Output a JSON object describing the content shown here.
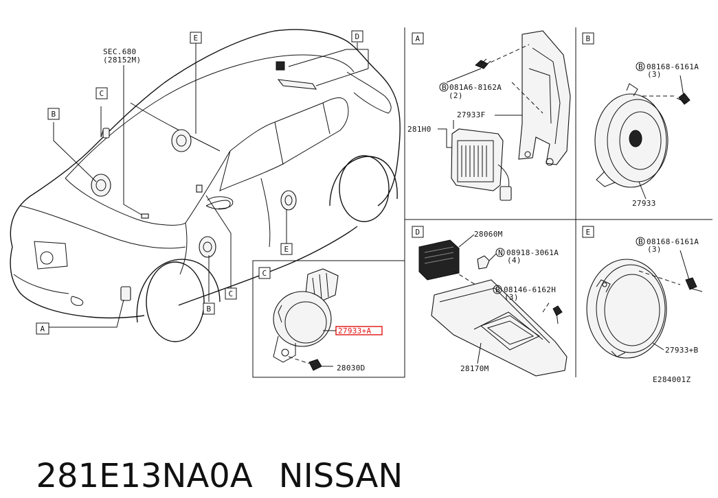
{
  "diagram": {
    "sec_ref": [
      "SEC.680",
      "(28152M)"
    ],
    "car_callouts": [
      "E",
      "D",
      "C",
      "B",
      "A",
      "E",
      "B",
      "C"
    ],
    "panels": {
      "A": {
        "letter": "A",
        "parts": [
          {
            "label": "081A6-8162A",
            "prefix": "B",
            "qty": "(2)"
          },
          {
            "label": "27933F"
          },
          {
            "label": "281H0"
          }
        ]
      },
      "B": {
        "letter": "B",
        "parts": [
          {
            "label": "08168-6161A",
            "prefix": "B",
            "qty": "(3)"
          },
          {
            "label": "27933"
          }
        ]
      },
      "C": {
        "letter": "C",
        "parts": [
          {
            "label": "27933+A",
            "highlight": true
          },
          {
            "label": "28030D"
          }
        ]
      },
      "D": {
        "letter": "D",
        "parts": [
          {
            "label": "28060M"
          },
          {
            "label": "08918-3061A",
            "prefix": "N",
            "qty": "(4)"
          },
          {
            "label": "08146-6162H",
            "prefix": "B",
            "qty": "(3)"
          },
          {
            "label": "28170M"
          }
        ]
      },
      "E": {
        "letter": "E",
        "parts": [
          {
            "label": "08168-6161A",
            "prefix": "B",
            "qty": "(3)"
          },
          {
            "label": "27933+B"
          }
        ]
      }
    },
    "drawing_id": "E284001Z",
    "highlight_color": "#e01010"
  },
  "footer": {
    "part_number": "281E13NA0A",
    "brand": "NISSAN"
  }
}
